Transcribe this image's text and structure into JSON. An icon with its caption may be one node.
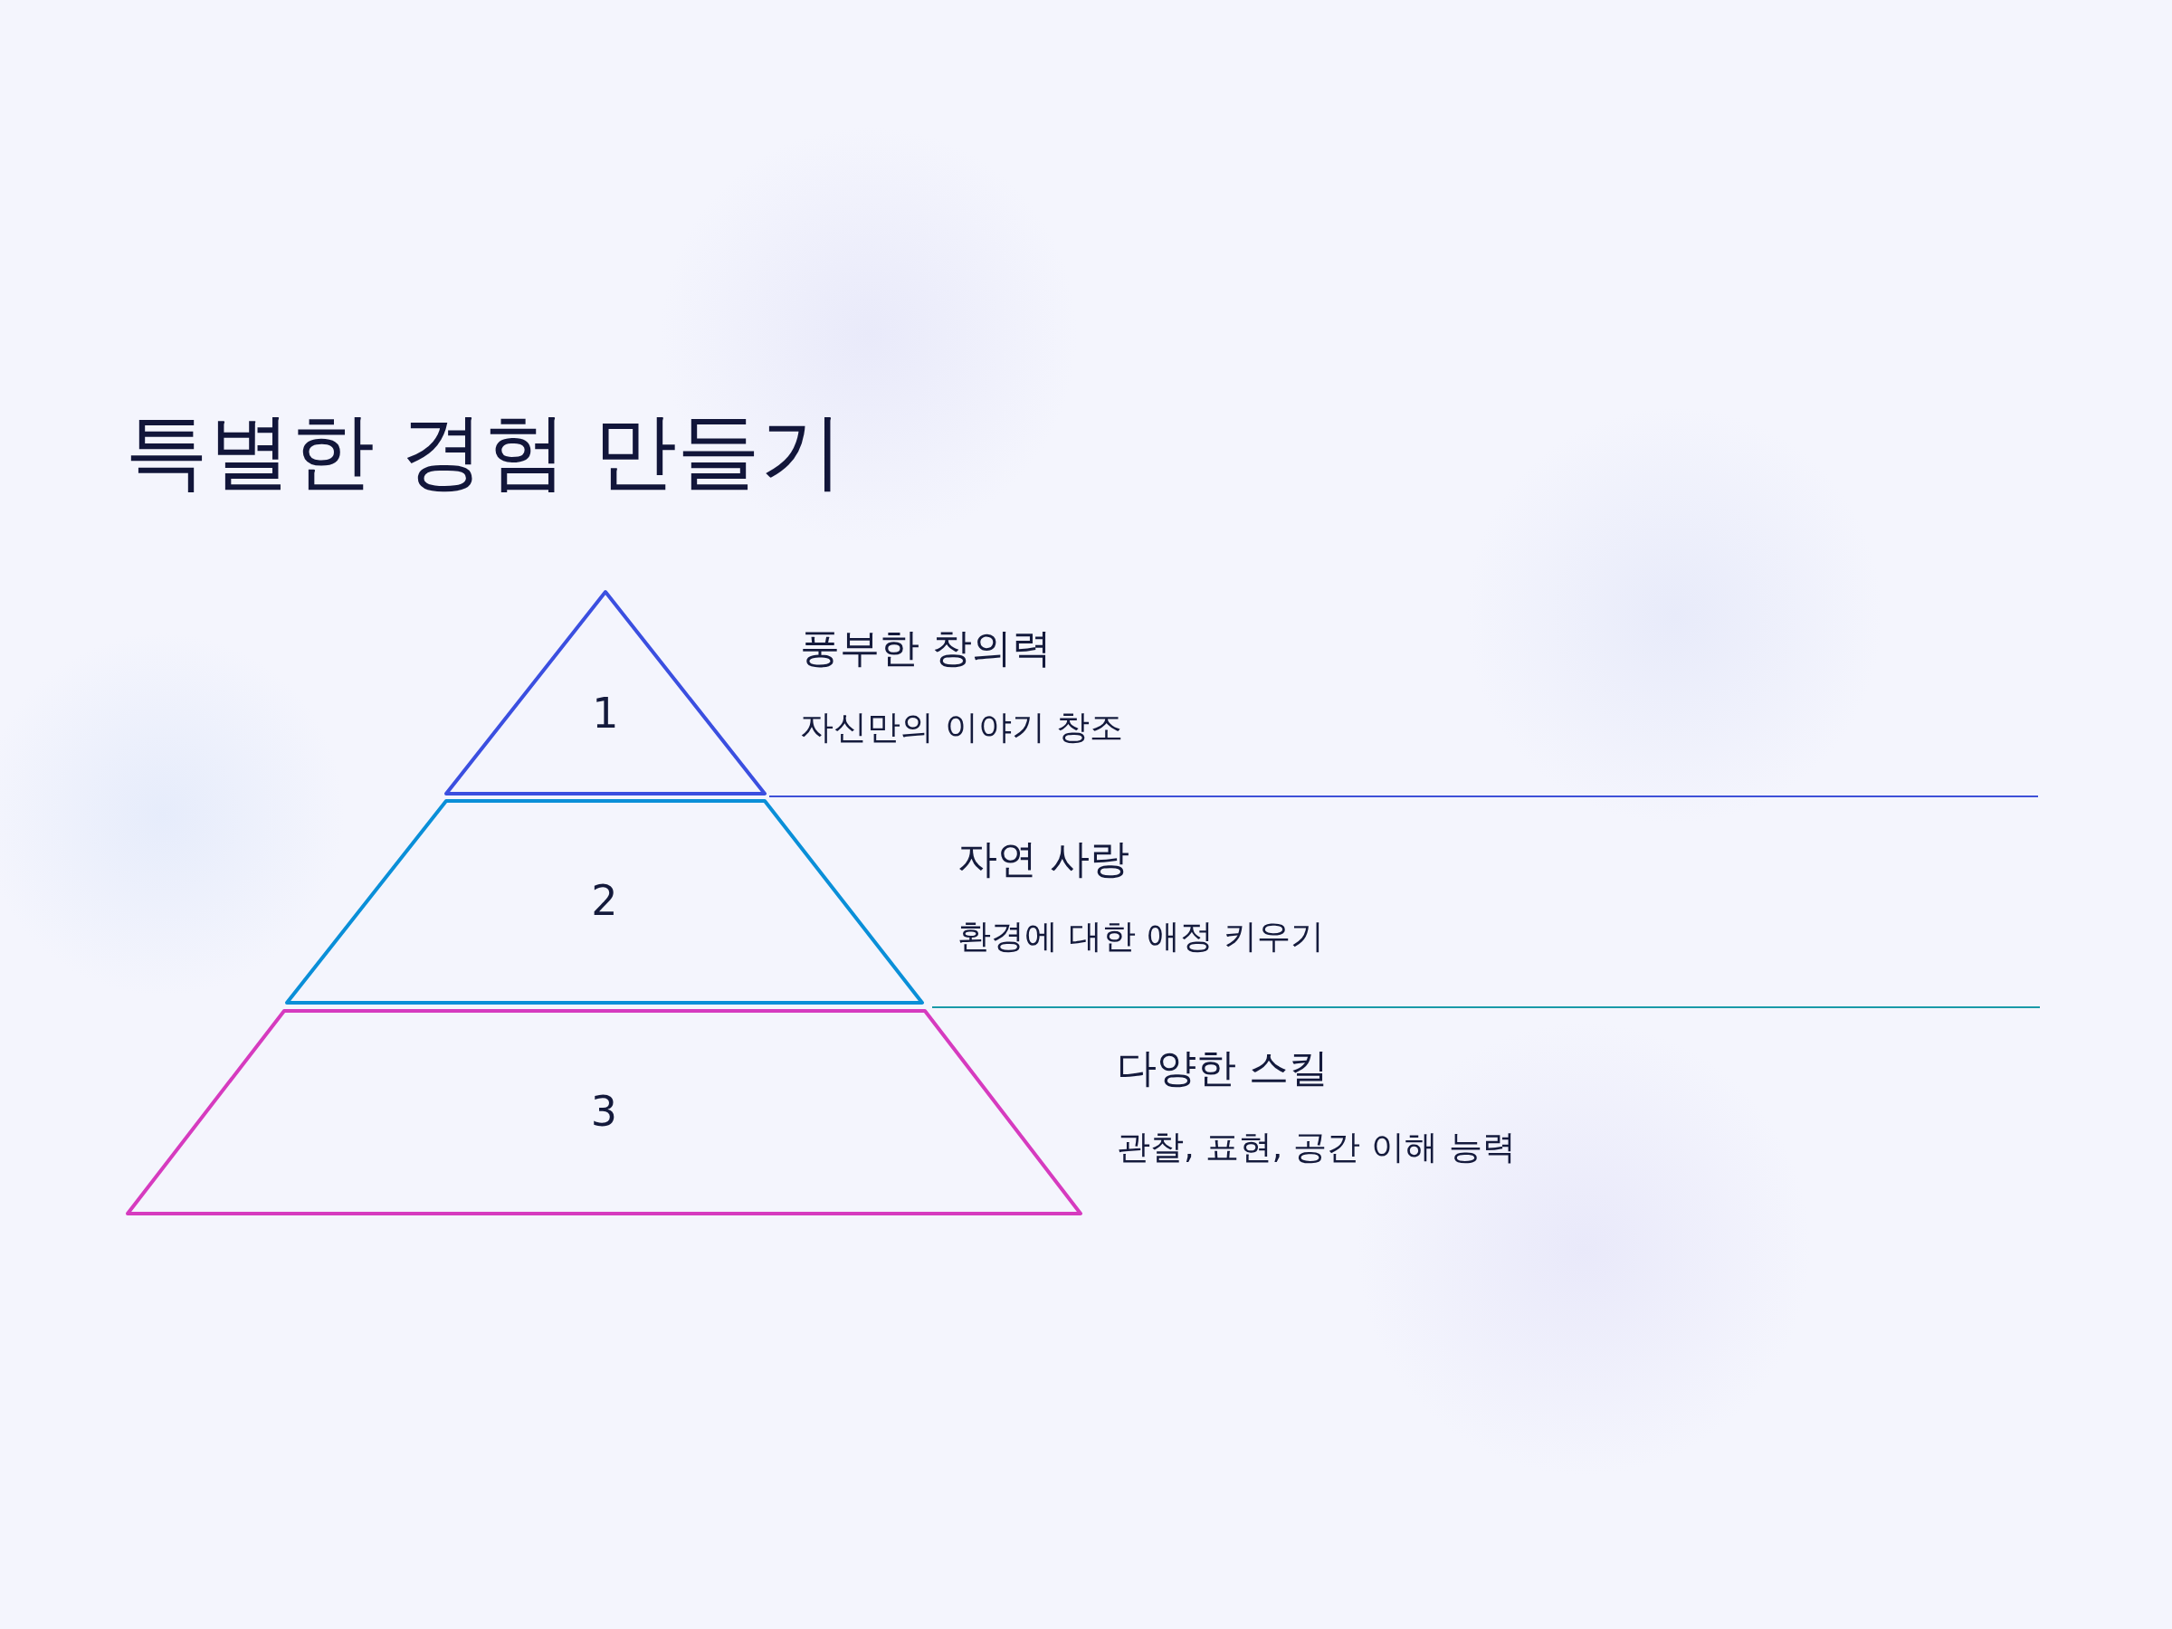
{
  "diagram": {
    "title": "특별한 경험 만들기",
    "nodes": [
      {
        "text": [
          "1"
        ],
        "beside": [
          "풍부한 창의력",
          "자신만의 이야기 창조"
        ]
      },
      {
        "text": [
          "2"
        ],
        "beside": [
          "자연 사랑",
          "환경에 대한 애정 키우기"
        ]
      },
      {
        "text": [
          "3"
        ],
        "beside": [
          "다양한 스킬",
          "관찰, 표현, 공간 이해 능력"
        ]
      }
    ],
    "edges": []
  }
}
